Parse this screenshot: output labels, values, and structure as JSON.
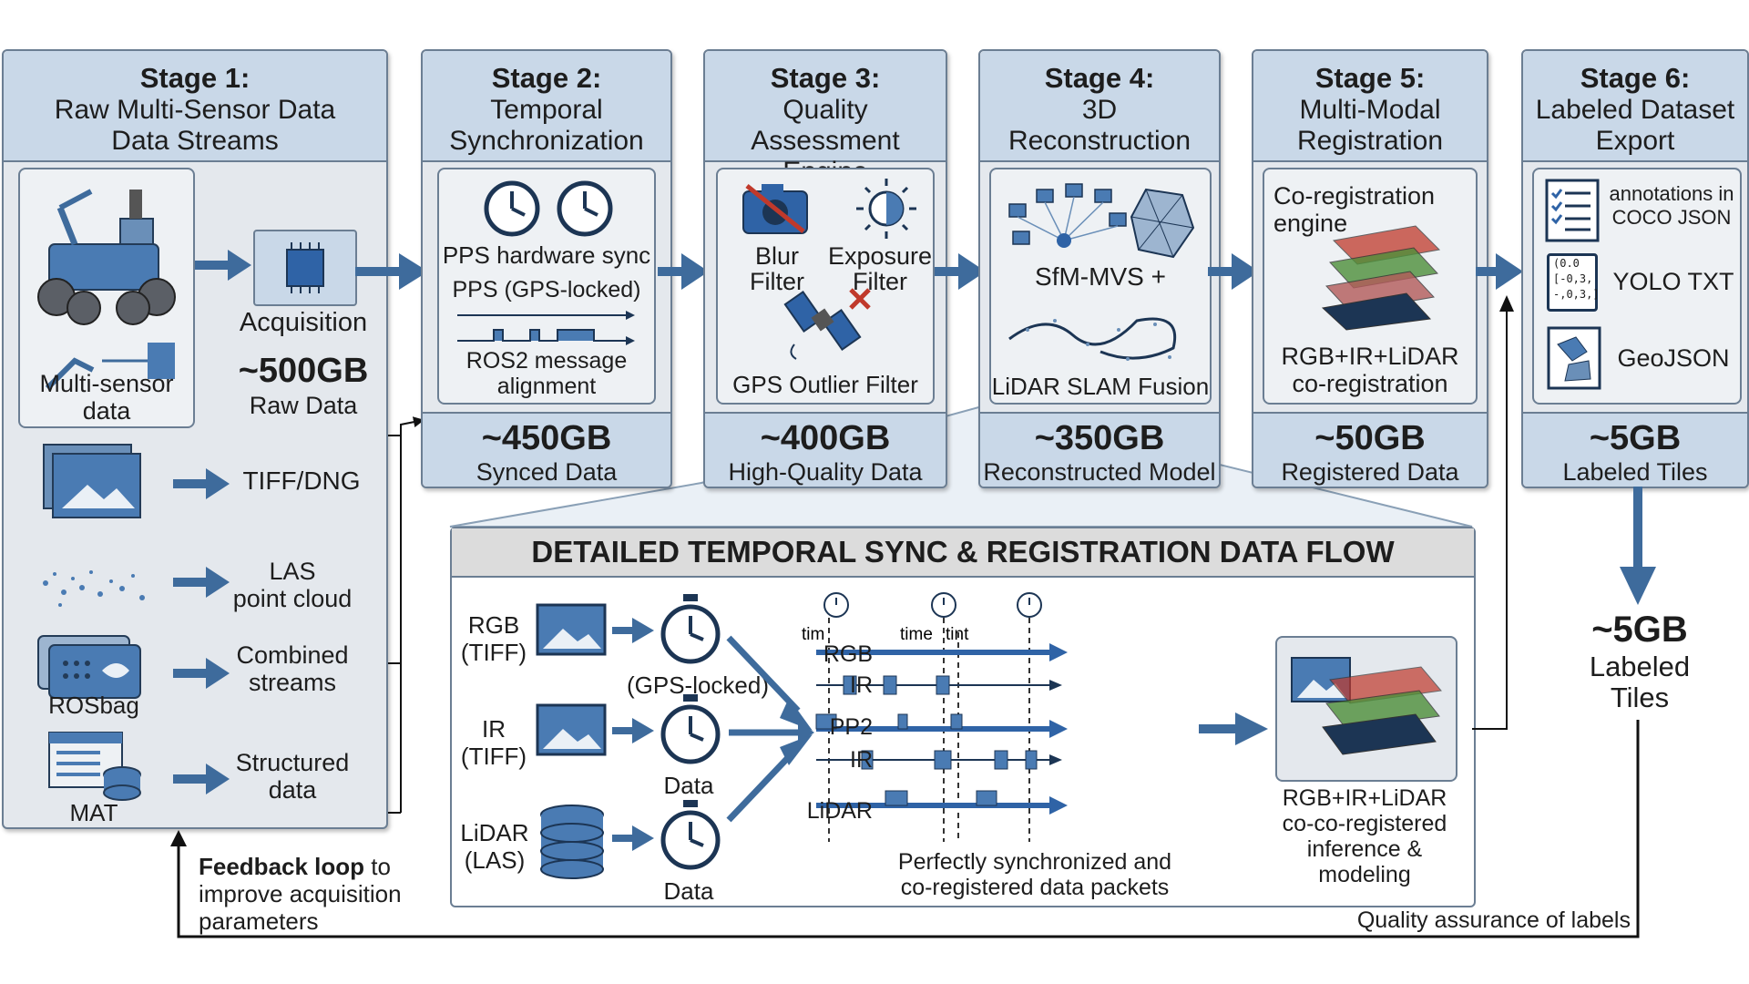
{
  "stages": [
    {
      "title": "Stage 1:",
      "subtitle": [
        "Raw Multi-Sensor Data",
        "Data Streams"
      ]
    },
    {
      "title": "Stage 2:",
      "subtitle": [
        "Temporal",
        "Synchronization"
      ],
      "body": [
        "PPS hardware sync",
        "PPS (GPS-locked)",
        "ROS2 message",
        "alignment"
      ],
      "size": "~450GB",
      "size_label": "Synced Data"
    },
    {
      "title": "Stage 3:",
      "subtitle": [
        "Quality",
        "Assessment Engine"
      ],
      "body": [
        "Blur",
        "Filter",
        "Exposure",
        "Filter",
        "GPS Outlier Filter"
      ],
      "size": "~400GB",
      "size_label": "High-Quality Data"
    },
    {
      "title": "Stage 4:",
      "subtitle": [
        "3D",
        "Reconstruction"
      ],
      "body": [
        "SfM-MVS +",
        "LiDAR SLAM Fusion"
      ],
      "size": "~350GB",
      "size_label": "Reconstructed Model"
    },
    {
      "title": "Stage 5:",
      "subtitle": [
        "Multi-Modal",
        "Registration"
      ],
      "body": [
        "Co-registration",
        "engine",
        "RGB+IR+LiDAR",
        "co-registration"
      ],
      "size": "~50GB",
      "size_label": "Registered Data"
    },
    {
      "title": "Stage 6:",
      "subtitle": [
        "Labeled Dataset",
        "Export"
      ],
      "body": [
        "annotations in",
        "COCO JSON",
        "YOLO TXT",
        "GeoJSON"
      ],
      "yolo_glyph": [
        "(0.0",
        "[-0,3,",
        "-,0,3,]"
      ],
      "size": "~5GB",
      "size_label": "Labeled Tiles"
    }
  ],
  "stage1": {
    "robot_label": [
      "Multi-sensor",
      "data"
    ],
    "acquisition": "Acquisition",
    "size": "~500GB",
    "size_label": "Raw Data",
    "rows": [
      {
        "name": "TIFF/DNG",
        "label": [
          "TIFF/DNG"
        ]
      },
      {
        "name": "LAS",
        "label": [
          "LAS",
          "point cloud"
        ]
      },
      {
        "name": "ROSbag",
        "icon_label": "ROSbag",
        "label": [
          "Combined",
          "streams"
        ]
      },
      {
        "name": "MAT",
        "icon_label": "MAT",
        "label": [
          "Structured",
          "data"
        ]
      }
    ]
  },
  "detail": {
    "title": "DETAILED TEMPORAL SYNC & REGISTRATION DATA FLOW",
    "inputs": [
      {
        "label": [
          "RGB",
          "(TIFF)"
        ],
        "clock_label": "(GPS-locked)"
      },
      {
        "label": [
          "IR",
          "(TIFF)"
        ],
        "clock_label": "Data"
      },
      {
        "label": [
          "LiDAR",
          "(LAS)"
        ],
        "clock_label": "Data"
      }
    ],
    "timeline_labels": [
      "tim",
      "time",
      "tint"
    ],
    "tracks": [
      "RGB",
      "IR",
      "PP2",
      "IR",
      "LiDAR"
    ],
    "caption": [
      "Perfectly synchronized and",
      "co-registered data packets"
    ],
    "output": [
      "RGB+IR+LiDAR",
      "co-co-registered",
      "inference  &",
      "modeling"
    ]
  },
  "side_output": {
    "size": "~5GB",
    "label": [
      "Labeled",
      "Tiles"
    ]
  },
  "feedback": {
    "bold": "Feedback loop",
    "rest": " to",
    "lines": [
      "improve acquisition",
      "parameters"
    ]
  },
  "qa_label": "Quality assurance of labels",
  "colors": {
    "arrow": "#3e6b9c",
    "header": "#c9d8e8",
    "panel": "#e4e8ed",
    "border": "#6b7e93",
    "icon": "#4a7bb3"
  }
}
